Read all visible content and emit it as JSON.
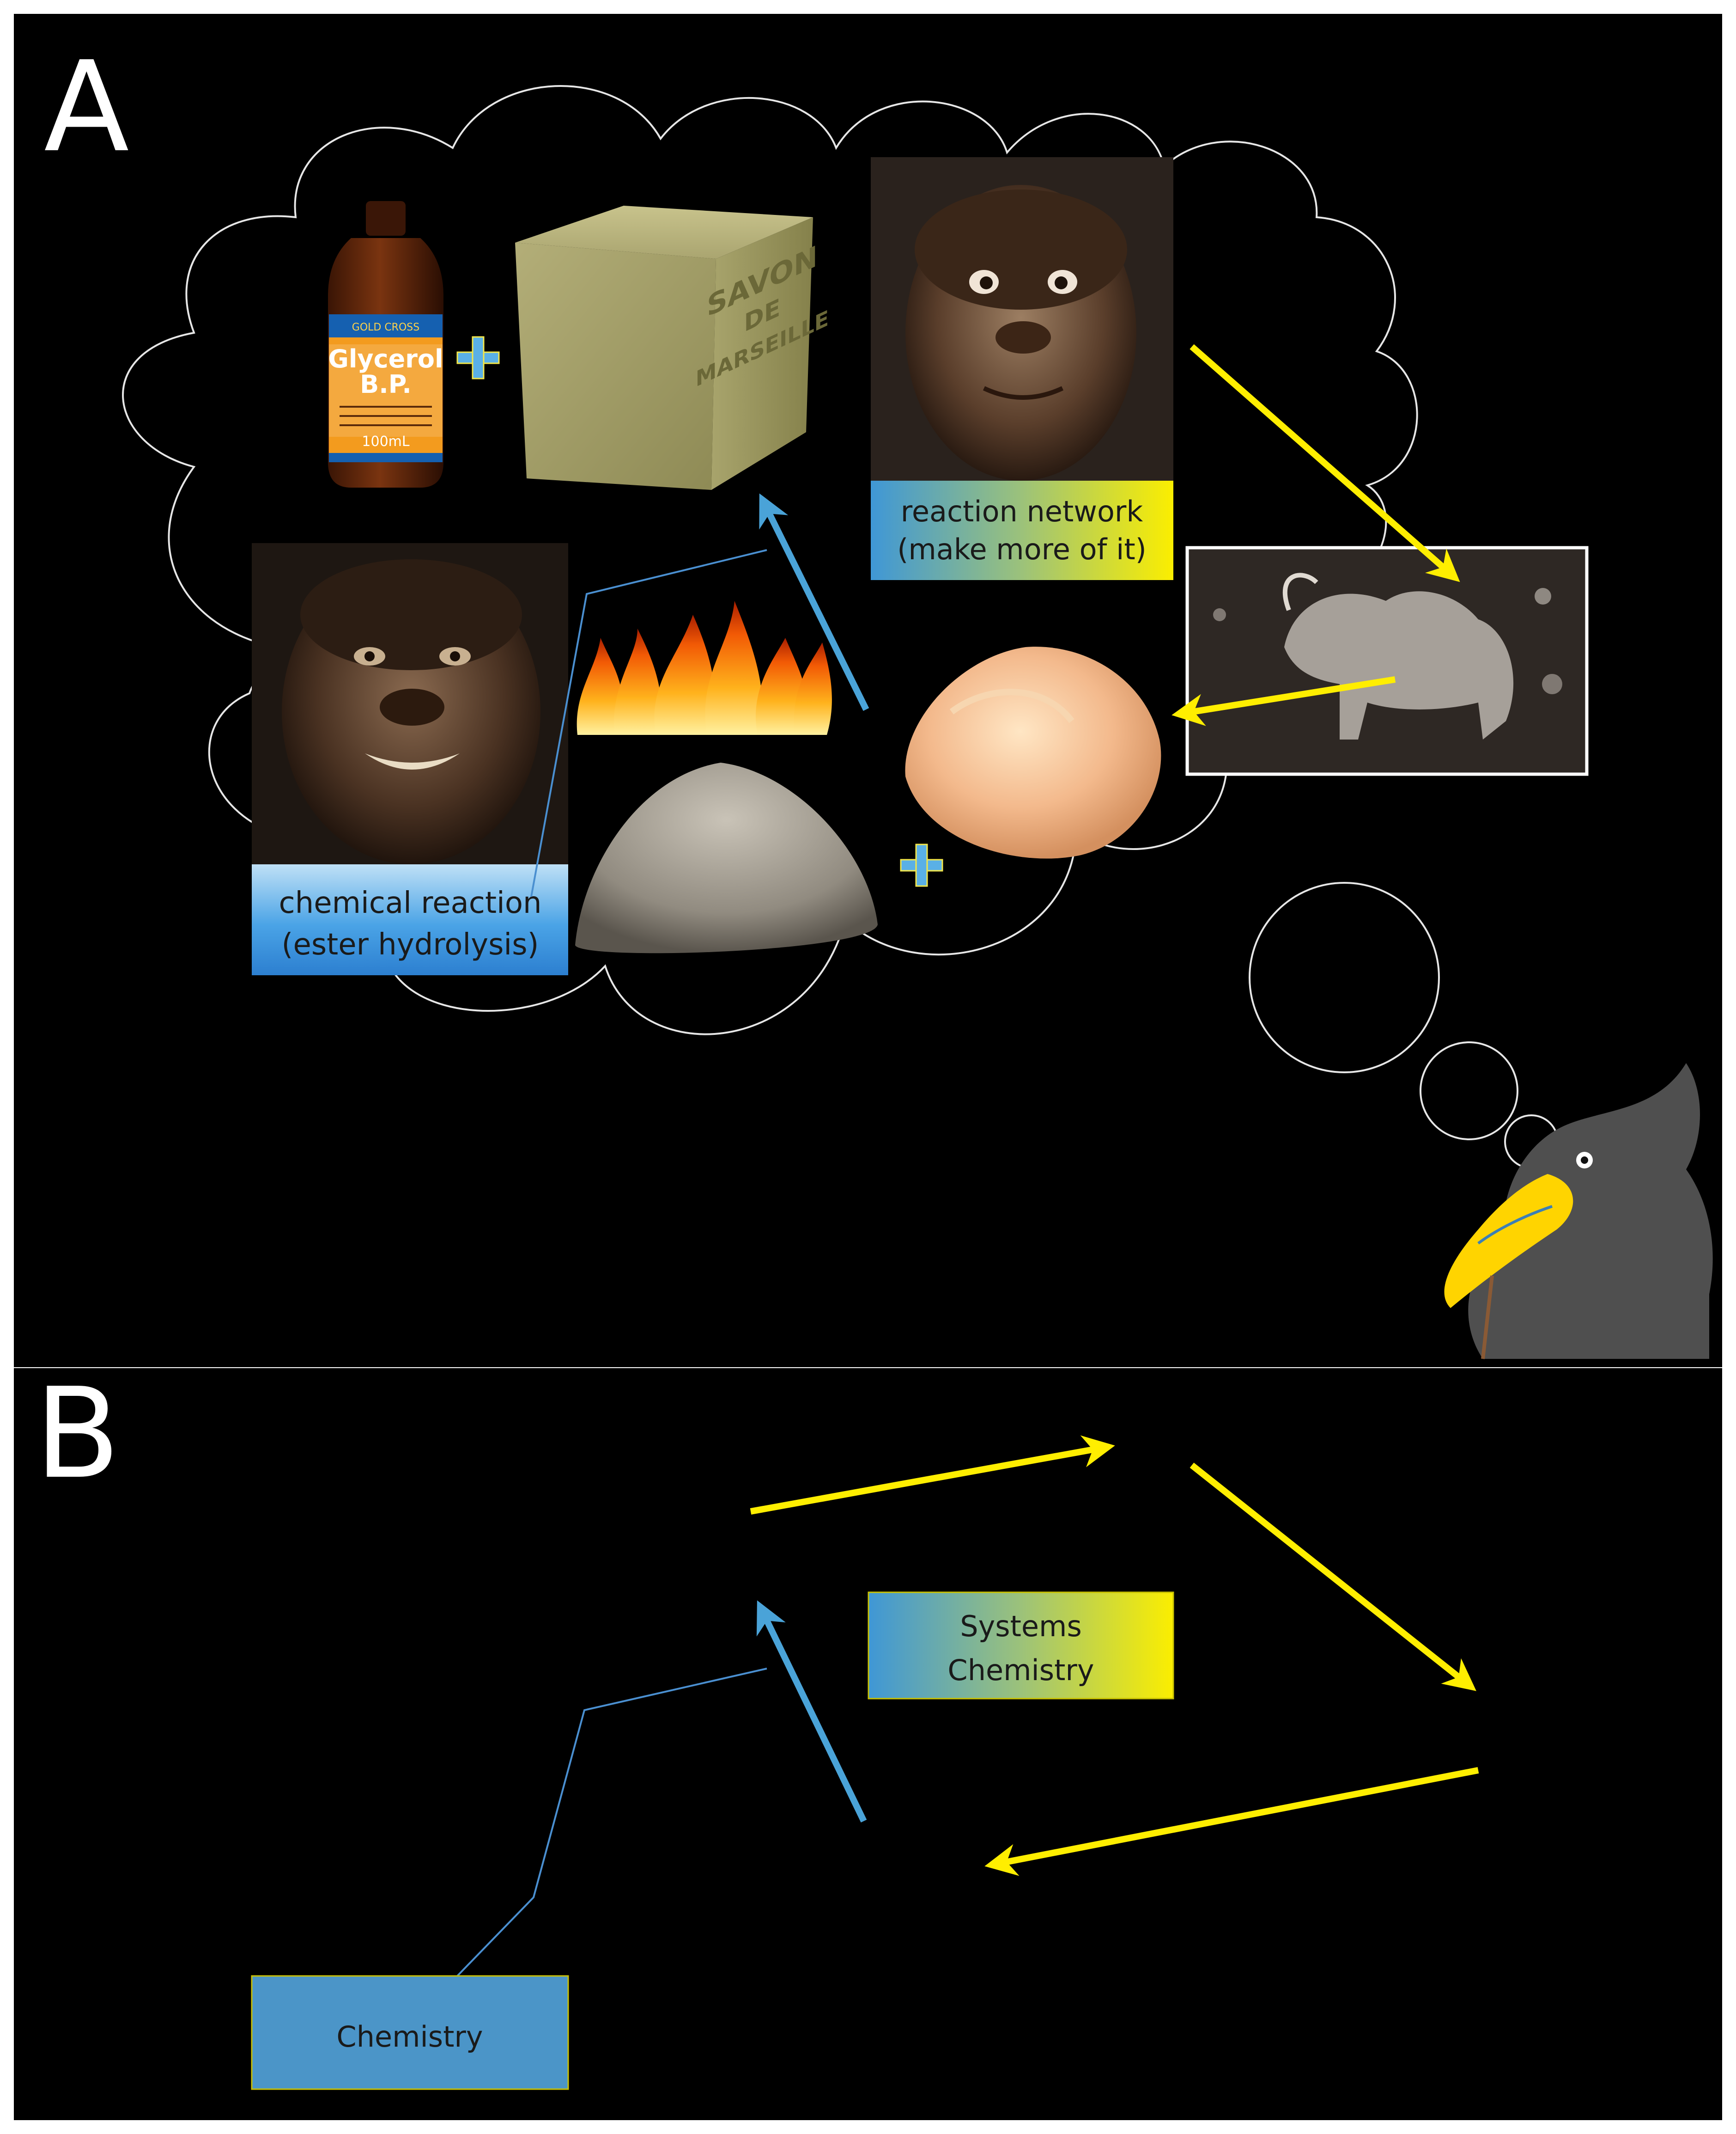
{
  "panels": {
    "a": {
      "letter": "A"
    },
    "b": {
      "letter": "B"
    }
  },
  "labels": {
    "chemical_reaction": {
      "line1": "chemical reaction",
      "line2": "(ester hydrolysis)"
    },
    "reaction_network": {
      "line1": "reaction network",
      "line2": "(make more of it)"
    },
    "systems_chemistry": {
      "line1": "Systems",
      "line2": "Chemistry"
    },
    "chemistry": "Chemistry"
  },
  "bottle": {
    "brand": "GOLD CROSS",
    "name_line1": "Glycerol",
    "name_line2": "B.P.",
    "volume": "100mL"
  },
  "soap": {
    "line1": "SAVON",
    "line2": "DE",
    "line3": "MARSEILLE"
  },
  "colors": {
    "background": "#000000",
    "arrow_yellow": "#ffee00",
    "arrow_blue": "#4aa3d8",
    "label_blue": "#4b95c8",
    "label_yellow": "#f6ec00",
    "cloud_line": "#e6e6e6"
  },
  "icons": [
    "glycerol-bottle-icon",
    "soap-cube-icon",
    "hominid-portrait-icon",
    "fire-icon",
    "ash-pile-icon",
    "fat-lump-icon",
    "cave-painting-icon",
    "crow-icon",
    "plus-icon"
  ]
}
